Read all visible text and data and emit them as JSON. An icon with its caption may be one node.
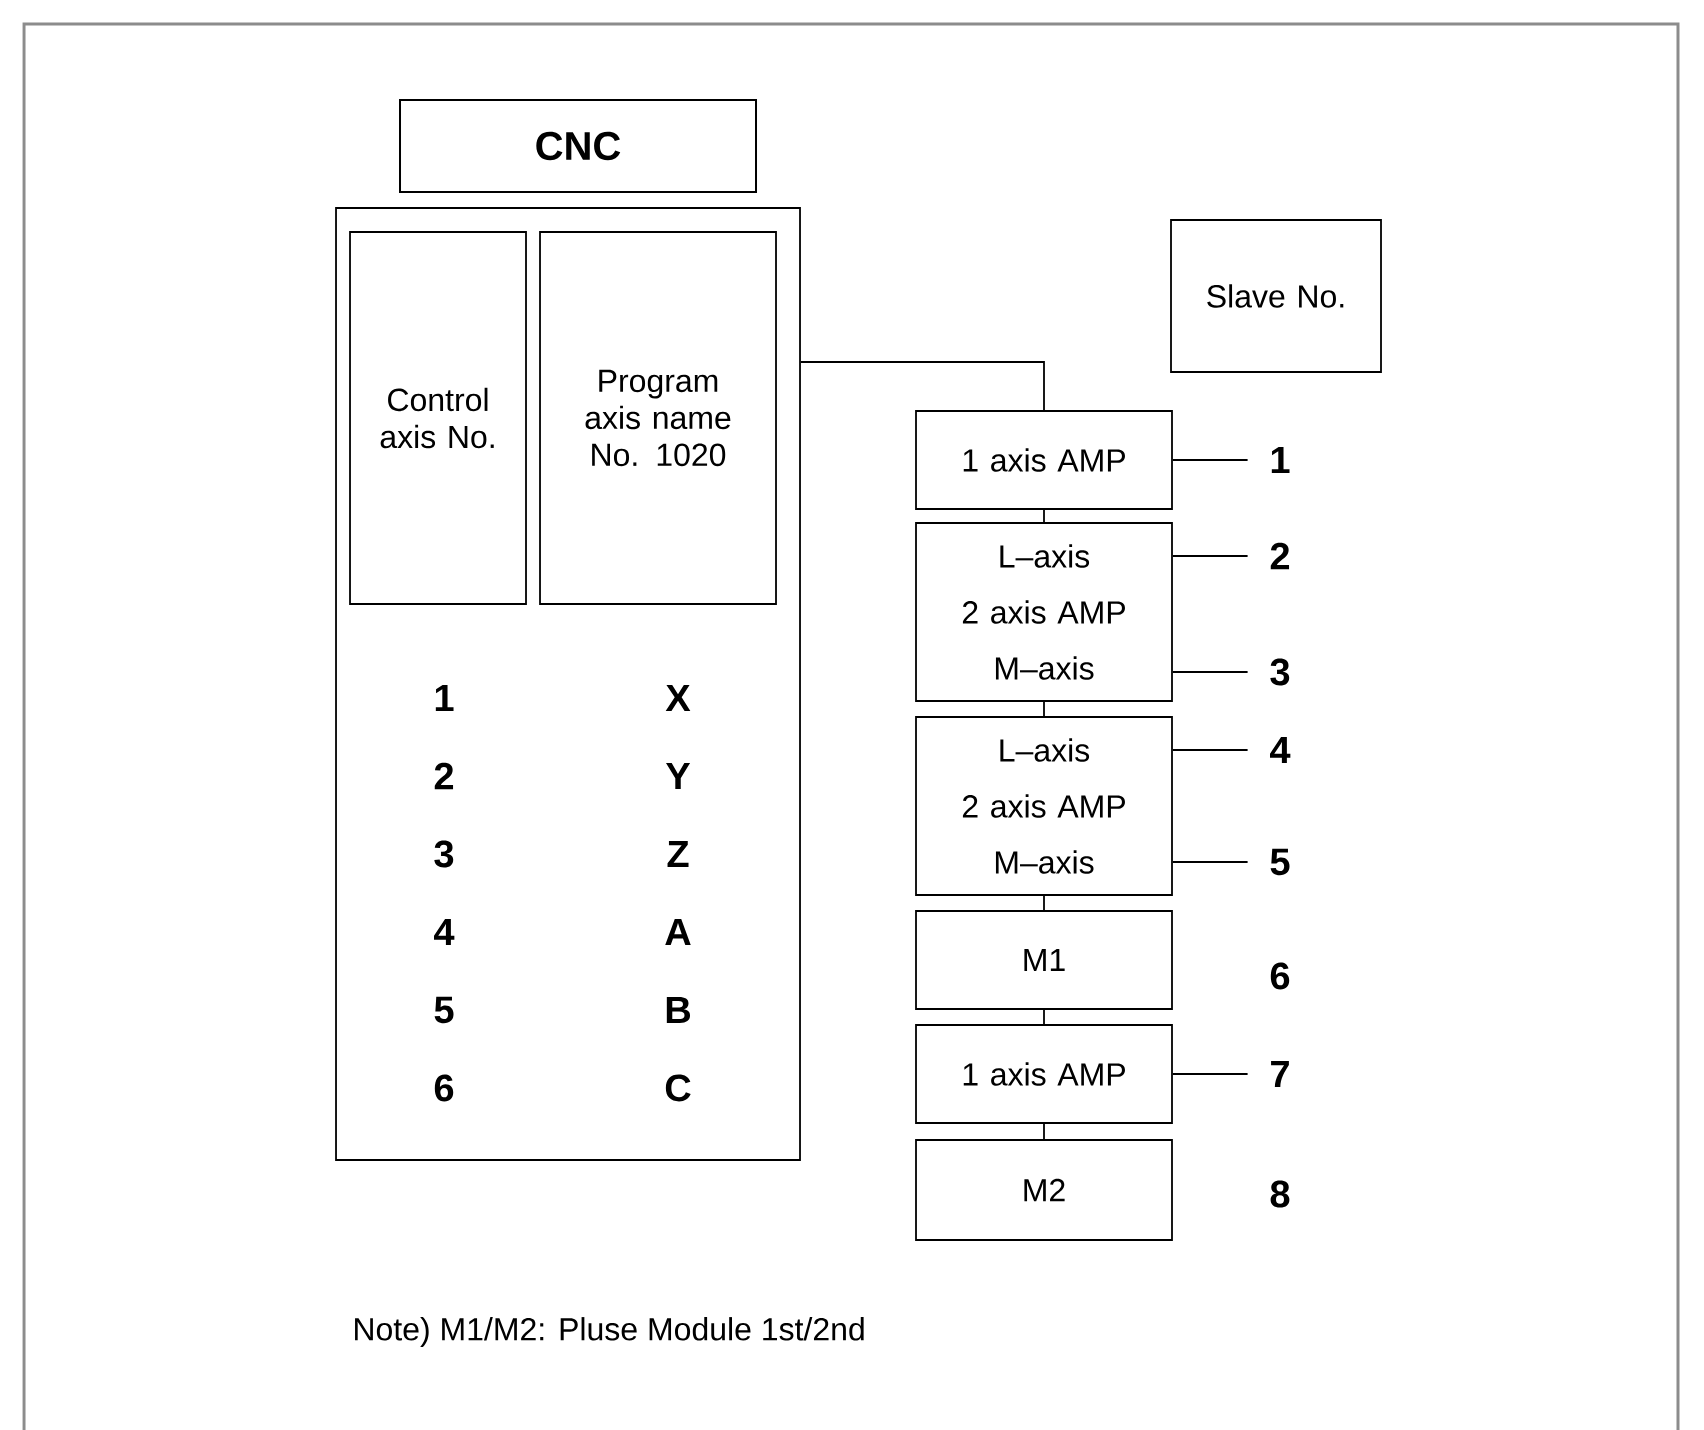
{
  "diagram": {
    "nodes": [
      {
        "text": [
          "CNC"
        ]
      },
      {
        "text": [],
        "shape": "box"
      },
      {
        "text": [
          "Control axis No."
        ],
        "in": 1
      },
      {
        "text": [
          "Program axis name No. 1020"
        ],
        "in": 1
      },
      {
        "text": [
          "Slave No."
        ]
      },
      {
        "text": [
          "1 axis AMP"
        ]
      },
      {
        "text": [
          "L–axis",
          "2 axis AMP",
          "M–axis"
        ]
      },
      {
        "text": [
          "L–axis",
          "2 axis AMP",
          "M–axis"
        ]
      },
      {
        "text": [
          "M1"
        ]
      },
      {
        "text": [
          "1 axis AMP"
        ]
      },
      {
        "text": [
          "M2"
        ]
      },
      {
        "text": [
          "1"
        ]
      },
      {
        "text": [
          "2"
        ]
      },
      {
        "text": [
          "3"
        ]
      },
      {
        "text": [
          "4"
        ]
      },
      {
        "text": [
          "5"
        ]
      },
      {
        "text": [
          "7"
        ]
      }
    ],
    "edges": [
      {
        "from": 1,
        "to": 5,
        "arrow": "none"
      },
      {
        "from": 5,
        "to": 6,
        "arrow": "none"
      },
      {
        "from": 6,
        "to": 7,
        "arrow": "none"
      },
      {
        "from": 7,
        "to": 8,
        "arrow": "none"
      },
      {
        "from": 8,
        "to": 9,
        "arrow": "none"
      },
      {
        "from": 9,
        "to": 10,
        "arrow": "none"
      },
      {
        "from": 5,
        "to": 11,
        "arrow": "none"
      },
      {
        "from": 6,
        "to": 12,
        "arrow": "none"
      },
      {
        "from": 6,
        "to": 13,
        "arrow": "none"
      },
      {
        "from": 7,
        "to": 14,
        "arrow": "none"
      },
      {
        "from": 7,
        "to": 15,
        "arrow": "none"
      },
      {
        "from": 9,
        "to": 16,
        "arrow": "none"
      }
    ],
    "labels": [
      "1",
      "X",
      "2",
      "Y",
      "3",
      "Z",
      "4",
      "A",
      "5",
      "B",
      "6",
      "C",
      "6",
      "8",
      "Note) M1/M2: Pluse Module 1st/2nd"
    ]
  }
}
